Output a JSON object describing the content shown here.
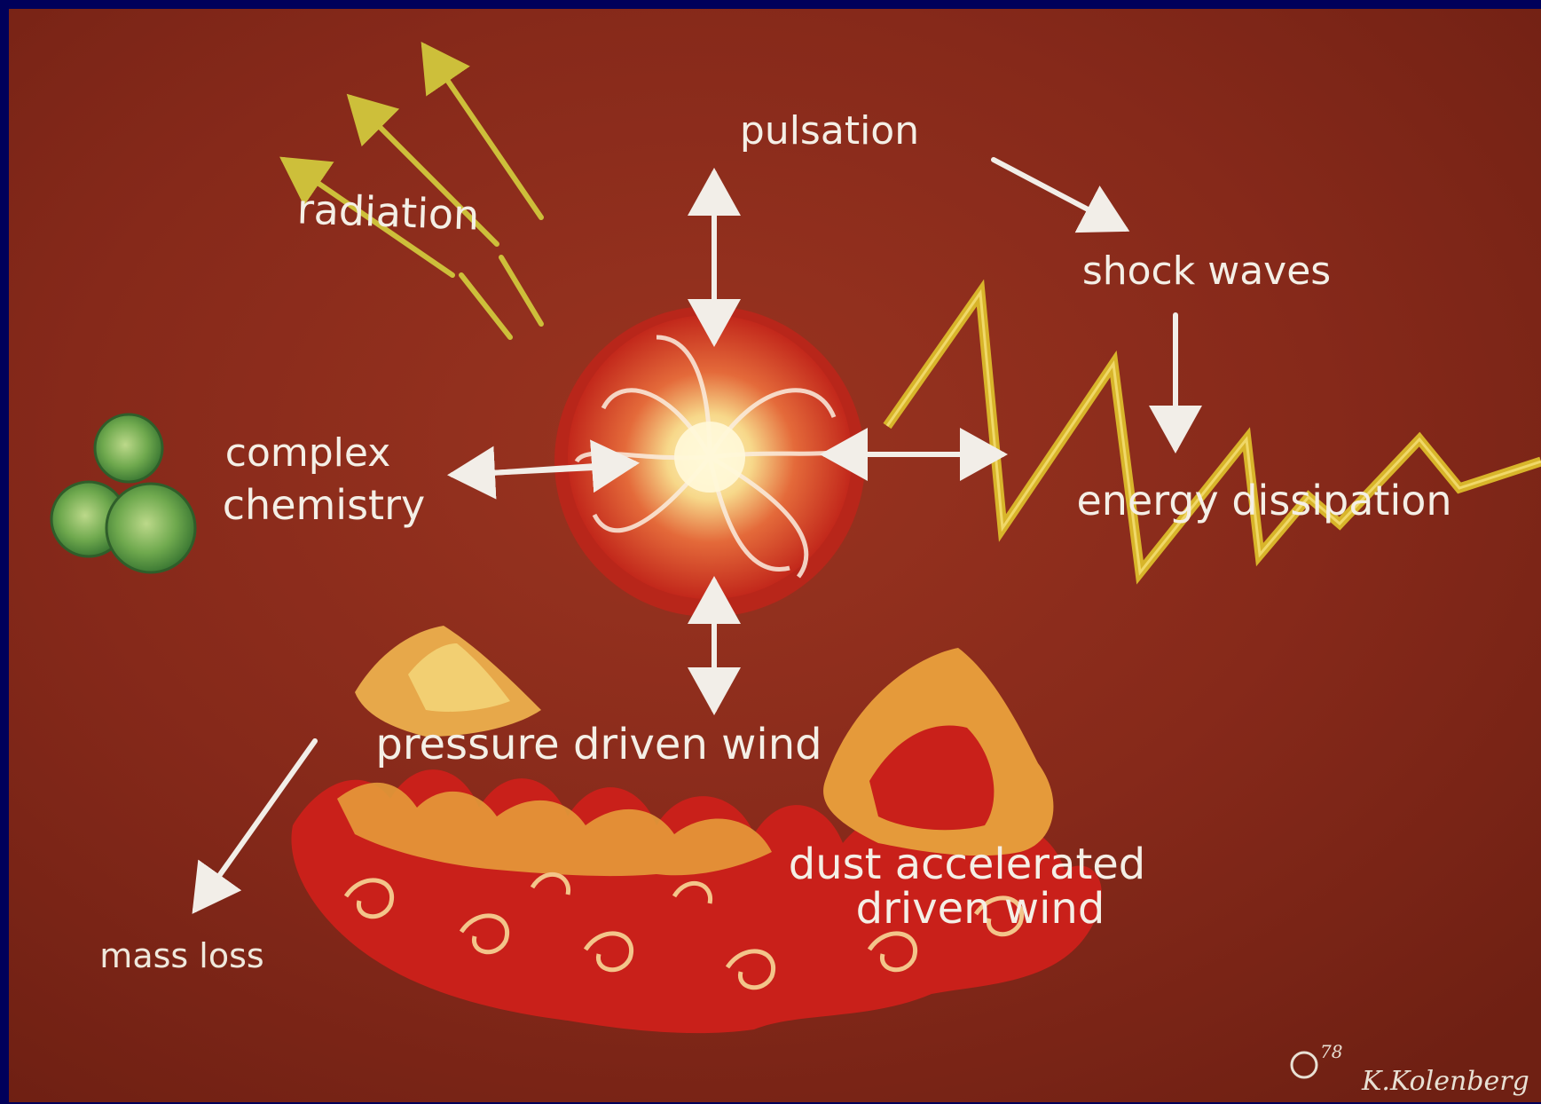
{
  "diagram": {
    "labels": {
      "pulsation": "pulsation",
      "radiation": "radiation",
      "shock_waves": "shock waves",
      "complex_line1": "complex",
      "complex_line2": "chemistry",
      "energy_dissipation": "energy dissipation",
      "pressure_wind": "pressure driven wind",
      "dust_line1": "dust accelerated",
      "dust_line2": "driven wind",
      "mass_loss": "mass loss"
    },
    "signature": {
      "year": "78",
      "name": "K.Kolenberg"
    }
  },
  "colors": {
    "frame": "#00005a",
    "canvas": "#8a2a16",
    "arrow_white": "#f2eee8",
    "radiation_yellow": "#cdbf3a",
    "zigzag_yellow": "#d8b52a",
    "molecule_green": "#6fa94e",
    "flame_red": "#d4241a",
    "flame_orange": "#e59a3a"
  }
}
